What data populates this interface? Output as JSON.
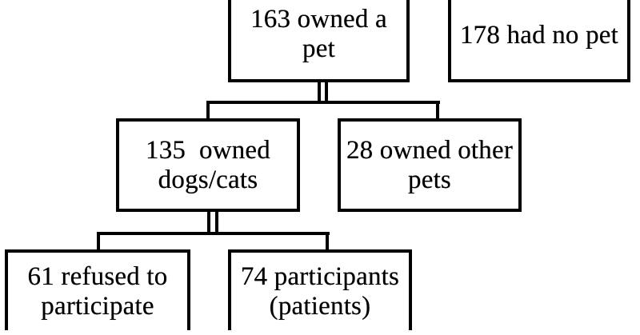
{
  "diagram": {
    "background_color": "#ffffff",
    "line_color": "#000000",
    "boxes": {
      "owned_pet": {
        "label": "163 owned a\npet"
      },
      "no_pet": {
        "label": "178 had no pet"
      },
      "dogs_cats": {
        "label": "135  owned\ndogs/cats"
      },
      "other_pets": {
        "label": "28 owned other\npets"
      },
      "refused": {
        "label": "61 refused to\nparticipate"
      },
      "participants": {
        "label": "74 participants\n(patients)"
      }
    }
  }
}
